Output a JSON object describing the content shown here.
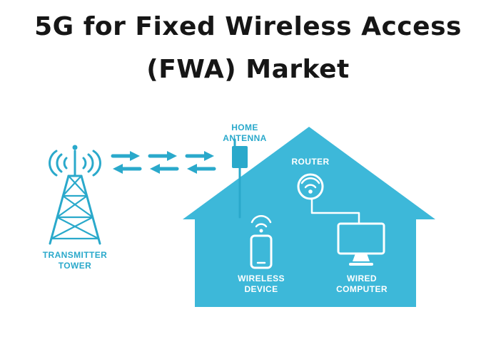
{
  "title": {
    "line1": "5G for Fixed Wireless Access",
    "line2": "(FWA) Market"
  },
  "labels": {
    "home_antenna": {
      "line1": "HOME",
      "line2": "ANTENNA"
    },
    "router": "ROUTER",
    "transmitter_tower": {
      "line1": "TRANSMITTER",
      "line2": "TOWER"
    },
    "wireless_device": {
      "line1": "WIRELESS",
      "line2": "DEVICE"
    },
    "wired_computer": {
      "line1": "WIRED",
      "line2": "COMPUTER"
    }
  },
  "icons": [
    "transmitter-tower-icon",
    "signal-waves-icon",
    "bidirectional-arrows-icon",
    "home-antenna-icon",
    "house-icon",
    "router-icon",
    "wifi-icon",
    "smartphone-icon",
    "monitor-icon"
  ],
  "colors": {
    "teal": "#2aa9cb",
    "house": "#3db8d9",
    "icon_white": "#ffffff",
    "title_text": "#161616",
    "background": "#ffffff"
  }
}
